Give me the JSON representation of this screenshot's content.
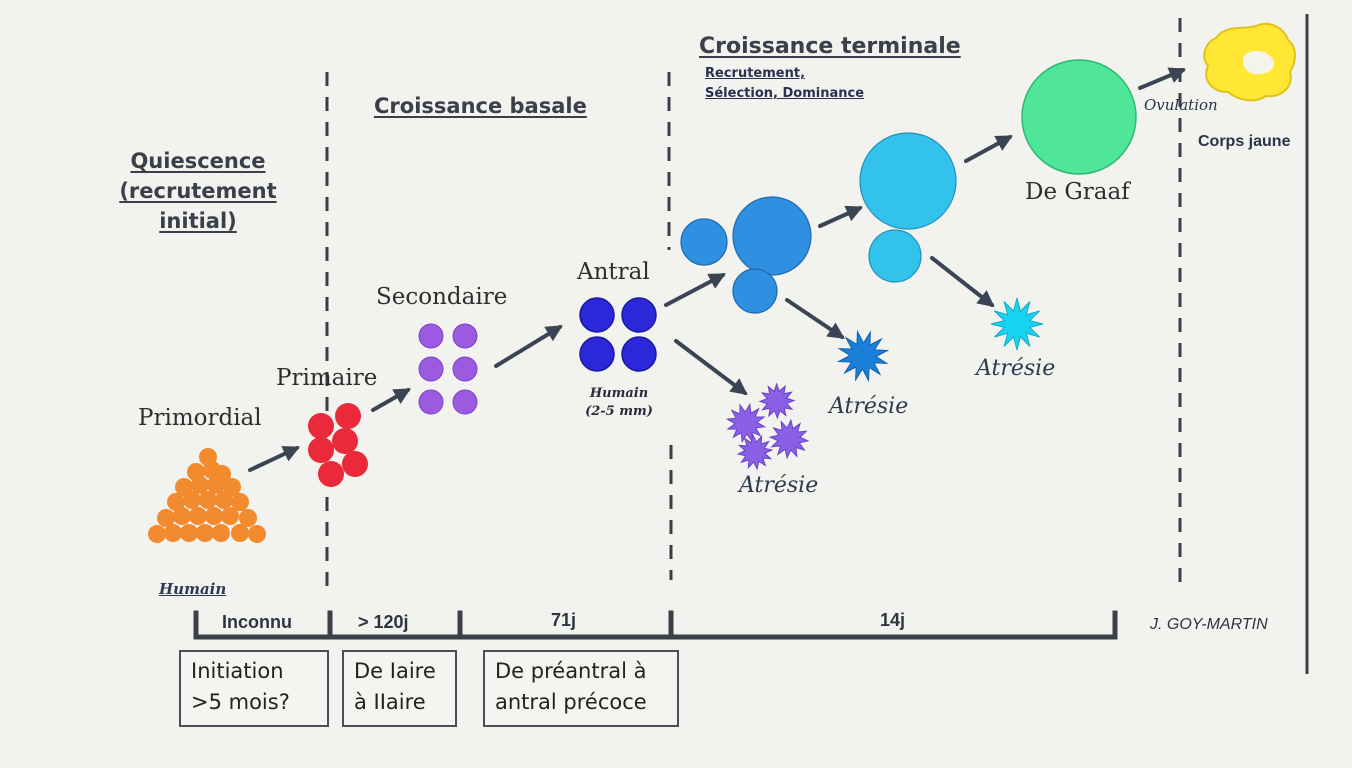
{
  "headings": {
    "quiescence": [
      "Quiescence",
      "(recrutement",
      "initial)"
    ],
    "basale": "Croissance basale",
    "terminale": "Croissance terminale",
    "terminale_sub": [
      "Recrutement,",
      "Sélection, Dominance"
    ]
  },
  "stages": {
    "primordial": "Primordial",
    "primaire": "Primaire",
    "secondaire": "Secondaire",
    "antral": "Antral",
    "antral_note": [
      "Humain",
      "(2-5 mm)"
    ],
    "de_graaf": "De Graaf",
    "ovulation": "Ovulation",
    "corps_jaune": "Corps jaune",
    "humain": "Humain"
  },
  "atresie": [
    "Atrésie",
    "Atrésie",
    "Atrésie"
  ],
  "timeline": {
    "durations": [
      "Inconnu",
      "> 120j",
      "71j",
      "14j"
    ],
    "author": "J. GOY-MARTIN"
  },
  "notes": [
    [
      "Initiation",
      ">5 mois?"
    ],
    [
      "De Iaire",
      "à IIaire"
    ],
    [
      "De préantral à",
      "antral précoce"
    ]
  ],
  "colors": {
    "primordial": "#f28a2e",
    "primaire": "#ea2a3a",
    "secondaire": "#9b5ae0",
    "antral": "#2a28d8",
    "atresie_violet": "#8a60e6",
    "early_blue": "#2f8fe0",
    "mid_blue": "#33c2ec",
    "graaf": "#4fe69a",
    "atresie_cyan": "#19d4f0",
    "corps_jaune": "#ffe733",
    "arrow": "#3a4452"
  }
}
